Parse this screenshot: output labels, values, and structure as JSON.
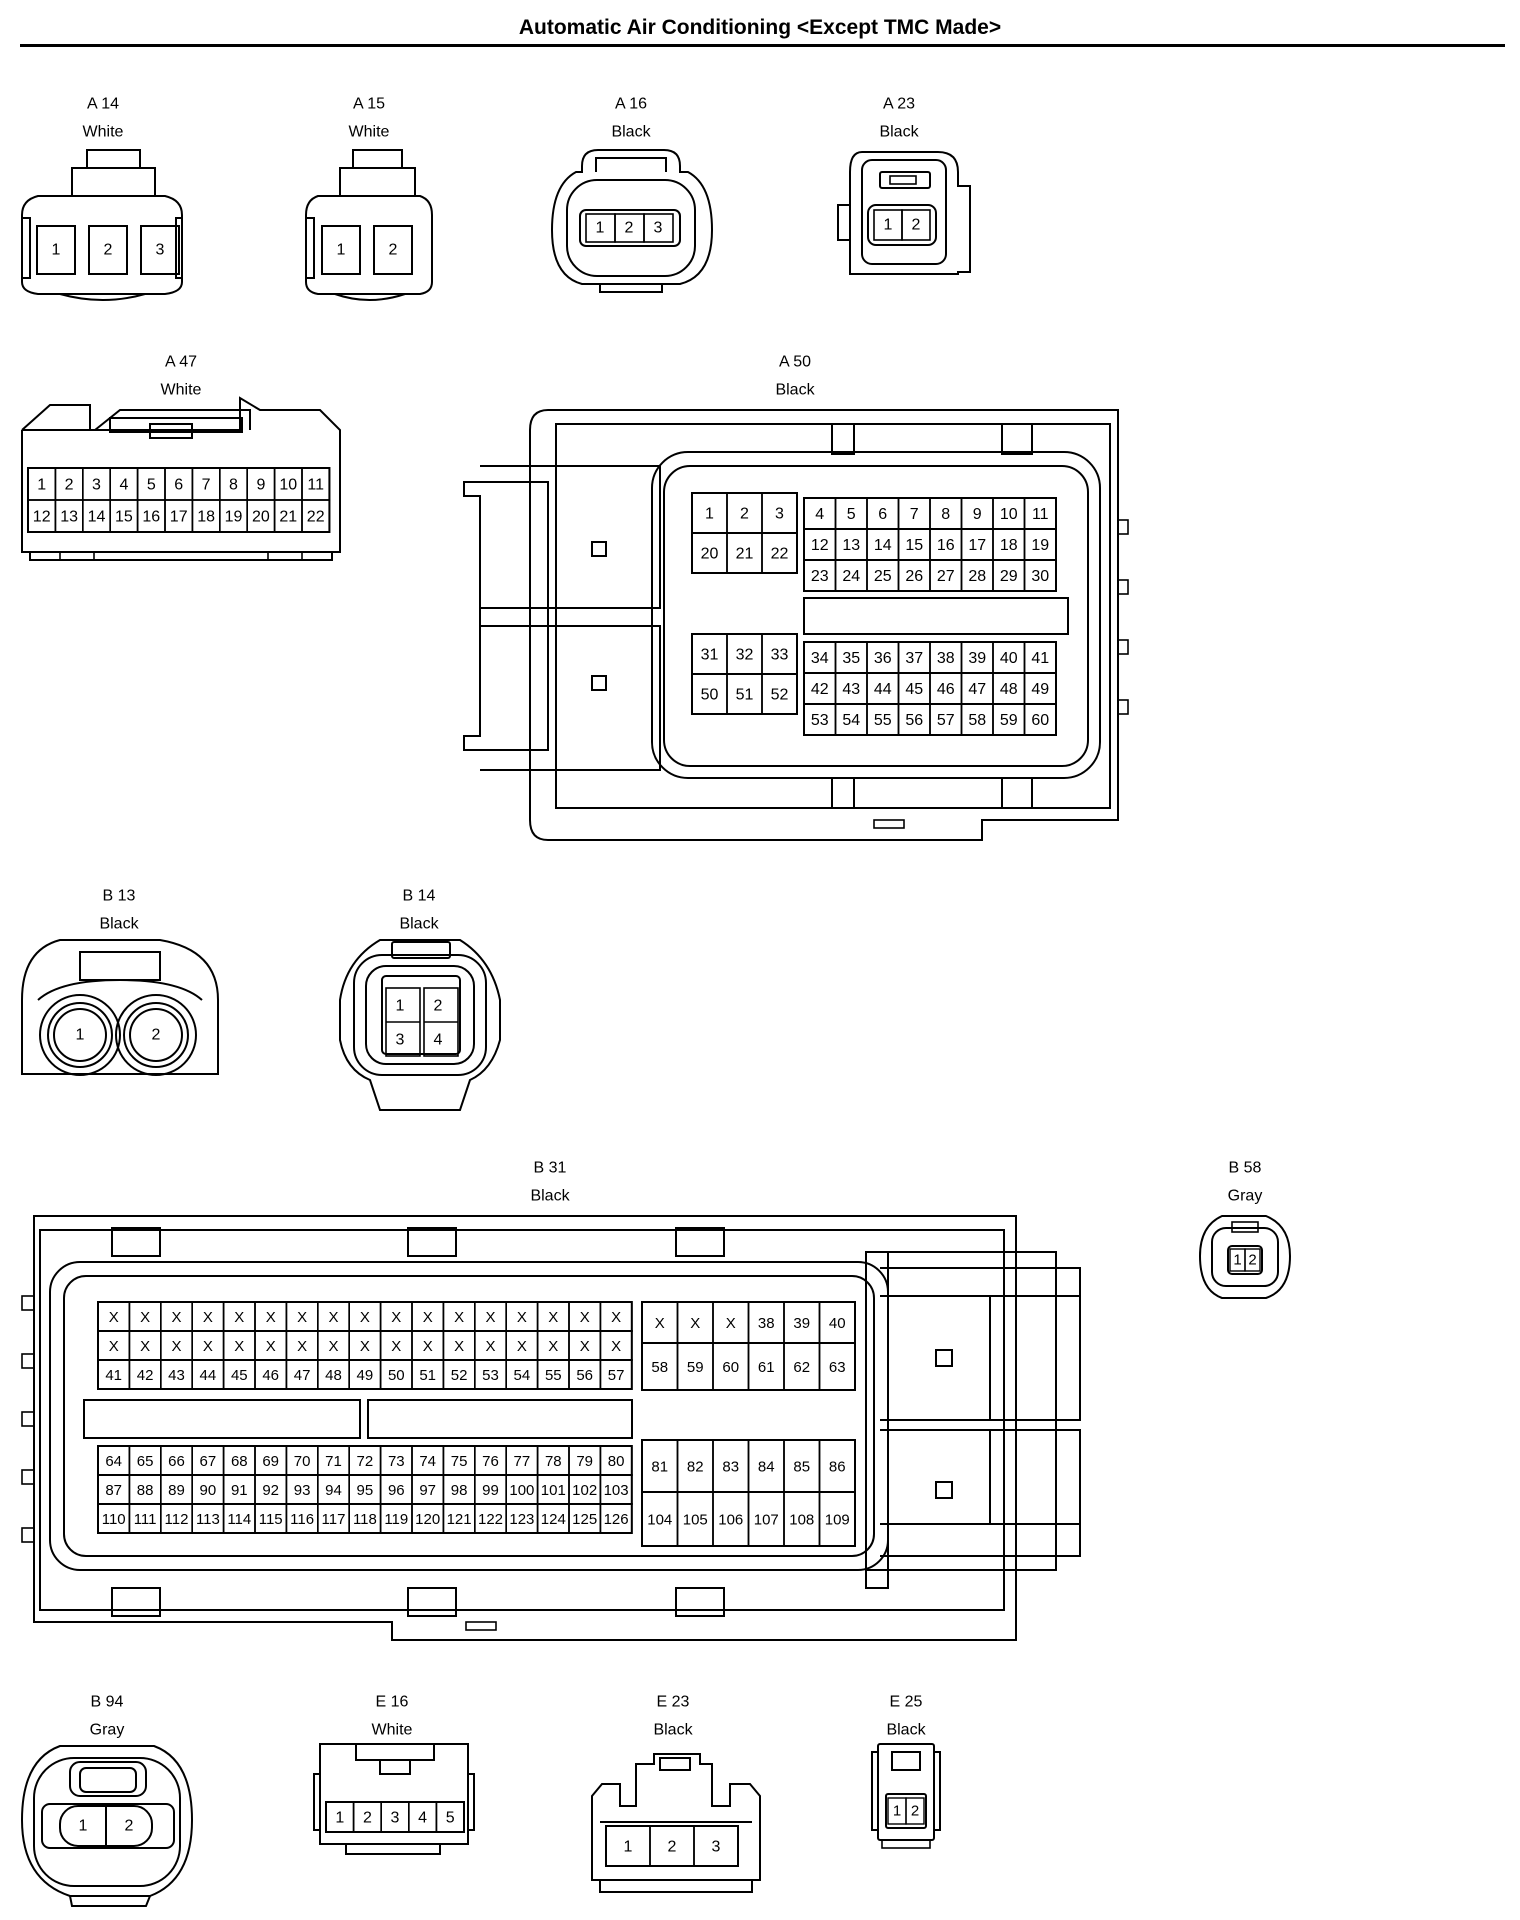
{
  "title": "Automatic Air Conditioning <Except TMC Made>",
  "connectors": [
    {
      "id": "A 14",
      "color": "White",
      "pins": [
        "1",
        "2",
        "3"
      ]
    },
    {
      "id": "A 15",
      "color": "White",
      "pins": [
        "1",
        "2"
      ]
    },
    {
      "id": "A 16",
      "color": "Black",
      "pins": [
        "1",
        "2",
        "3"
      ]
    },
    {
      "id": "A 23",
      "color": "Black",
      "pins": [
        "1",
        "2"
      ]
    },
    {
      "id": "A 47",
      "color": "White",
      "pins": [
        "1",
        "2",
        "3",
        "4",
        "5",
        "6",
        "7",
        "8",
        "9",
        "10",
        "11",
        "12",
        "13",
        "14",
        "15",
        "16",
        "17",
        "18",
        "19",
        "20",
        "21",
        "22"
      ]
    },
    {
      "id": "A 50",
      "color": "Black",
      "pins": [
        "1",
        "2",
        "3",
        "4",
        "5",
        "6",
        "7",
        "8",
        "9",
        "10",
        "11",
        "12",
        "13",
        "14",
        "15",
        "16",
        "17",
        "18",
        "19",
        "20",
        "21",
        "22",
        "23",
        "24",
        "25",
        "26",
        "27",
        "28",
        "29",
        "30",
        "31",
        "32",
        "33",
        "34",
        "35",
        "36",
        "37",
        "38",
        "39",
        "40",
        "41",
        "42",
        "43",
        "44",
        "45",
        "46",
        "47",
        "48",
        "49",
        "50",
        "51",
        "52",
        "53",
        "54",
        "55",
        "56",
        "57",
        "58",
        "59",
        "60"
      ]
    },
    {
      "id": "B 13",
      "color": "Black",
      "pins": [
        "1",
        "2"
      ]
    },
    {
      "id": "B 14",
      "color": "Black",
      "pins": [
        "1",
        "2",
        "3",
        "4"
      ]
    },
    {
      "id": "B 31",
      "color": "Black",
      "pins": [
        "X",
        "X",
        "X",
        "X",
        "X",
        "X",
        "X",
        "X",
        "X",
        "X",
        "X",
        "X",
        "X",
        "X",
        "X",
        "X",
        "X",
        "X",
        "X",
        "X",
        "X",
        "X",
        "X",
        "X",
        "X",
        "X",
        "X",
        "X",
        "X",
        "X",
        "X",
        "X",
        "X",
        "X",
        "X",
        "X",
        "X",
        "38",
        "39",
        "40",
        "41",
        "42",
        "43",
        "44",
        "45",
        "46",
        "47",
        "48",
        "49",
        "50",
        "51",
        "52",
        "53",
        "54",
        "55",
        "56",
        "57",
        "58",
        "59",
        "60",
        "61",
        "62",
        "63",
        "64",
        "65",
        "66",
        "67",
        "68",
        "69",
        "70",
        "71",
        "72",
        "73",
        "74",
        "75",
        "76",
        "77",
        "78",
        "79",
        "80",
        "81",
        "82",
        "83",
        "84",
        "85",
        "86",
        "87",
        "88",
        "89",
        "90",
        "91",
        "92",
        "93",
        "94",
        "95",
        "96",
        "97",
        "98",
        "99",
        "100",
        "101",
        "102",
        "103",
        "104",
        "105",
        "106",
        "107",
        "108",
        "109",
        "110",
        "111",
        "112",
        "113",
        "114",
        "115",
        "116",
        "117",
        "118",
        "119",
        "120",
        "121",
        "122",
        "123",
        "124",
        "125",
        "126"
      ]
    },
    {
      "id": "B 58",
      "color": "Gray",
      "pins": [
        "1",
        "2"
      ]
    },
    {
      "id": "B 94",
      "color": "Gray",
      "pins": [
        "1",
        "2"
      ]
    },
    {
      "id": "E 16",
      "color": "White",
      "pins": [
        "1",
        "2",
        "3",
        "4",
        "5"
      ]
    },
    {
      "id": "E 23",
      "color": "Black",
      "pins": [
        "1",
        "2",
        "3"
      ]
    },
    {
      "id": "E 25",
      "color": "Black",
      "pins": [
        "1",
        "2"
      ]
    }
  ]
}
